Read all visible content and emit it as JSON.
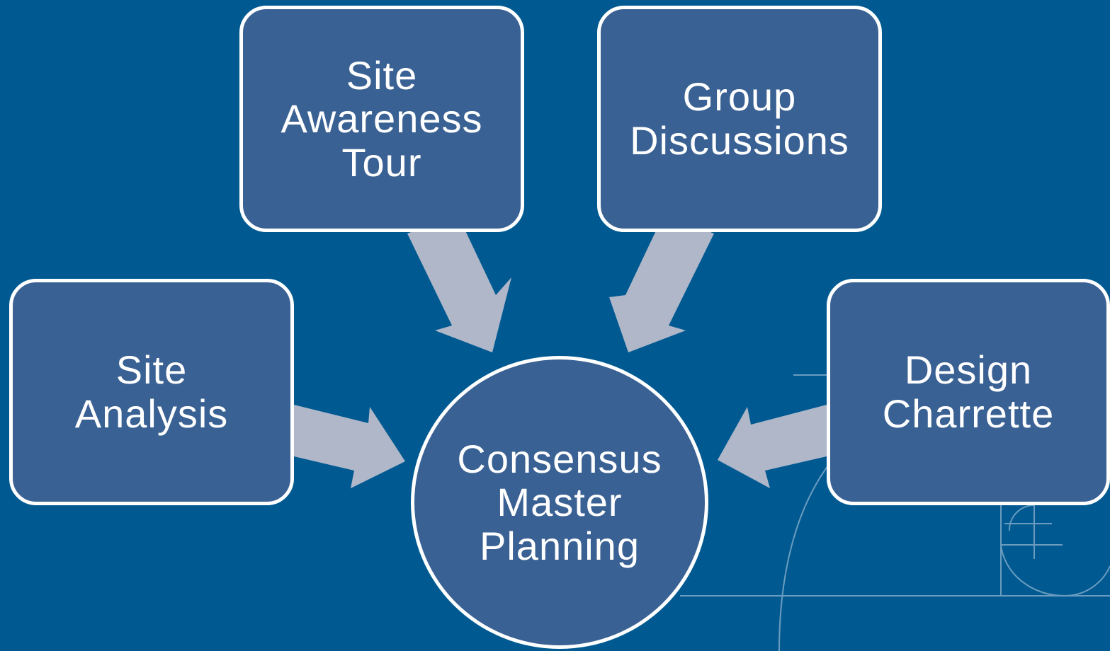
{
  "diagram": {
    "nodes": {
      "site_awareness_tour": "Site Awareness Tour",
      "group_discussions": "Group Discussions",
      "site_analysis": "Site Analysis",
      "design_charrette": "Design Charrette",
      "center": "Consensus Master Planning"
    }
  },
  "colors": {
    "background": "#005a91",
    "node_fill": "#3a6193",
    "node_border": "#ffffff",
    "arrow": "#afb7c9",
    "text": "#ffffff",
    "watermark_lines": "#8fb3cf"
  }
}
